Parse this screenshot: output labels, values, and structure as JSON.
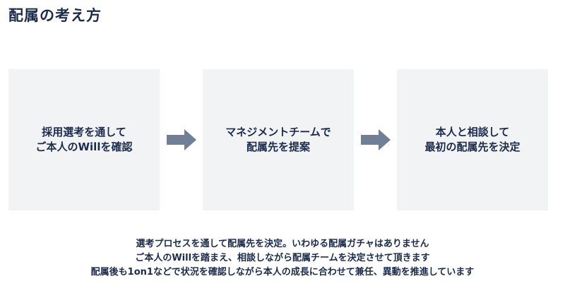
{
  "title": "配属の考え方",
  "steps": [
    {
      "lines": [
        "採用選考を通して",
        "ご本人のWillを確認"
      ]
    },
    {
      "lines": [
        "マネジメントチームで",
        "配属先を提案"
      ]
    },
    {
      "lines": [
        "本人と相談して",
        "最初の配属先を決定"
      ]
    }
  ],
  "note": {
    "lines": [
      "選考プロセスを通して配属先を決定。いわゆる配属ガチャはありません",
      "ご本人のWillを踏まえ、相談しながら配属チームを決定させて頂きます",
      "配属後も1on1などで状況を確認しながら本人の成長に合わせて兼任、異動を推進しています"
    ]
  },
  "colors": {
    "text": "#1b2b4b",
    "box": "#f2f3f5",
    "arrow": "#6e7f96"
  }
}
